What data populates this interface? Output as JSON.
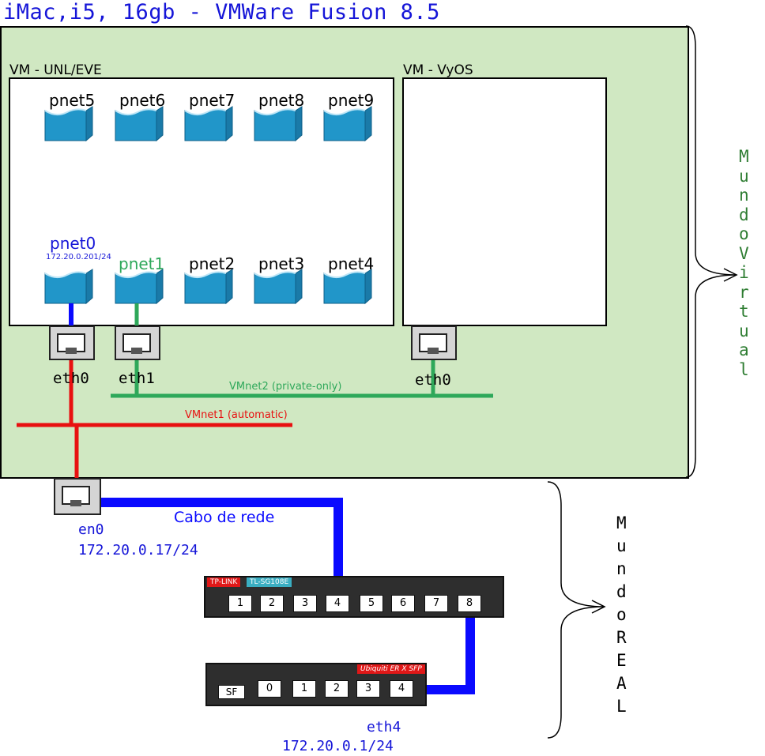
{
  "title": "iMac,i5, 16gb - VMWare Fusion 8.5",
  "vm_unl": {
    "label": "VM - UNL/EVE",
    "top_pnets": [
      "pnet5",
      "pnet6",
      "pnet7",
      "pnet8",
      "pnet9"
    ],
    "bottom_pnets": [
      "pnet0",
      "pnet1",
      "pnet2",
      "pnet3",
      "pnet4"
    ],
    "pnet0_ip": "172.20.0.201/24",
    "eth0": "eth0",
    "eth1": "eth1"
  },
  "vm_vyos": {
    "label": "VM - VyOS",
    "eth0": "eth0"
  },
  "networks": {
    "vmnet2": "VMnet2 (private-only)",
    "vmnet1": "VMnet1 (automatic)"
  },
  "host_port": {
    "name": "en0",
    "ip": "172.20.0.17/24",
    "cable": "Cabo de rede"
  },
  "tplink": {
    "brand": "TP-LINK",
    "model": "TL-SG108E",
    "ports": [
      "1",
      "2",
      "3",
      "4",
      "5",
      "6",
      "7",
      "8"
    ]
  },
  "ubiquiti": {
    "brand": "Ubiquiti  ER X SFP",
    "sfp": "SF",
    "ports": [
      "0",
      "1",
      "2",
      "3",
      "4"
    ]
  },
  "router_port": {
    "name": "eth4",
    "ip": "172.20.0.1/24"
  },
  "mundo_virtual": [
    "M",
    "u",
    "n",
    "d",
    "o",
    "V",
    "i",
    "r",
    "t",
    "u",
    "a",
    "l"
  ],
  "mundo_real": [
    "M",
    "u",
    "n",
    "d",
    "o",
    "R",
    "E",
    "A",
    "L"
  ],
  "colors": {
    "title": "#1515d8",
    "host_bg": "#d0e8c2",
    "pnet0": "#1515d8",
    "pnet1": "#2ea85a",
    "vmnet2": "#2ea85a",
    "vmnet1": "#e81010",
    "cable": "#0a0aff",
    "icon": "#2196c9",
    "mundo_virtual": "#2e7d32"
  }
}
